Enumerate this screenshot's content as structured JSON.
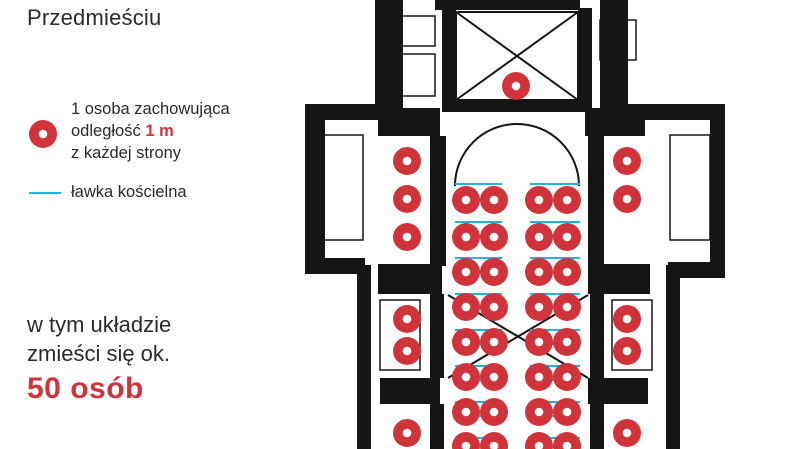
{
  "title_fragment": "Przedmieściu",
  "legend": {
    "person_line1": "1 osoba zachowująca",
    "person_line2_prefix": "odległość ",
    "person_line2_highlight": "1 m",
    "person_line3": "z każdej strony",
    "bench_label": "ławka kościelna"
  },
  "summary": {
    "line1": "w tym układzie",
    "line2": "zmieści się ok.",
    "count": "50 osób"
  },
  "colors": {
    "accent_red": "#d0343a",
    "bench_blue": "#1fb3e0",
    "plan_black": "#151515"
  }
}
